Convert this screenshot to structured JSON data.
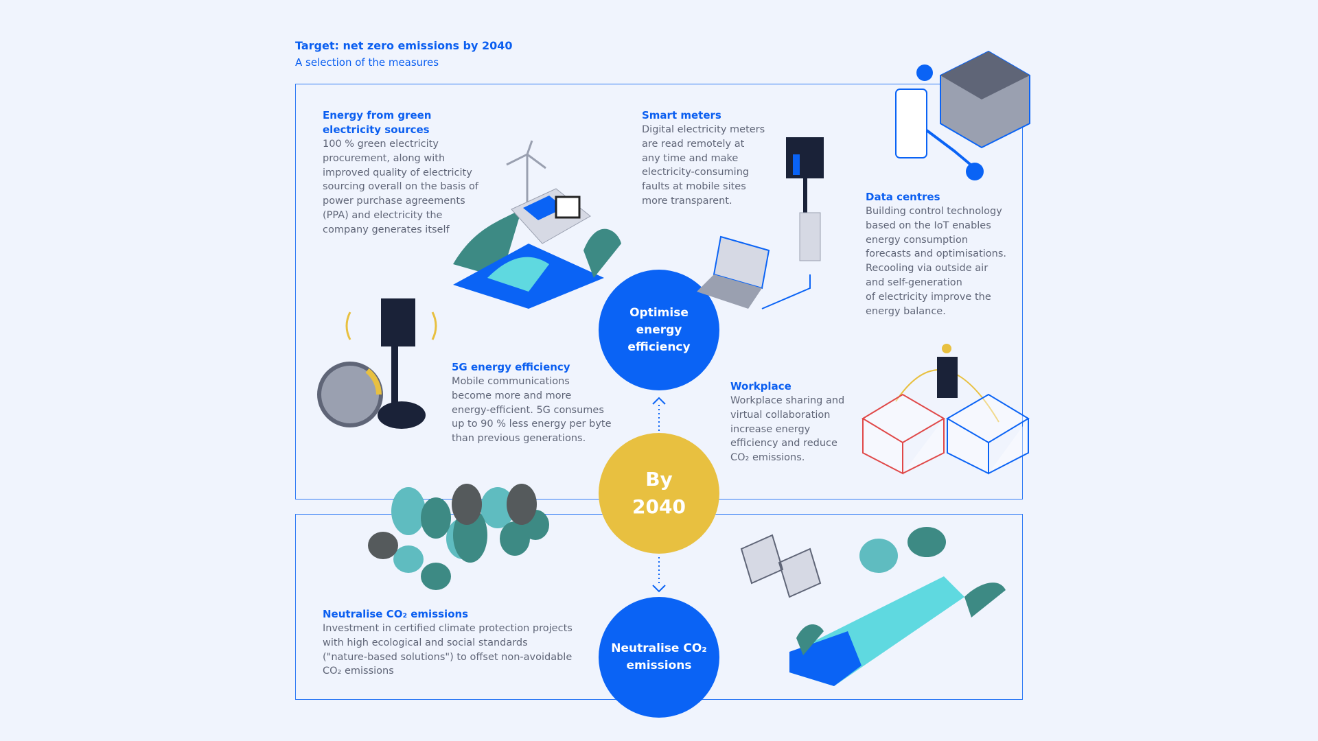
{
  "header": {
    "title": "Target: net zero emissions by 2040",
    "subtitle": "A selection of the measures"
  },
  "circles": {
    "optimise": [
      "Optimise",
      "energy",
      "efficiency"
    ],
    "by": [
      "By",
      "2040"
    ],
    "neutralise": [
      "Neutralise CO₂",
      "emissions"
    ]
  },
  "sections": {
    "green": {
      "title": [
        "Energy from green",
        "electricity sources"
      ],
      "body": [
        "100 % green electricity",
        "procurement, along with",
        "improved quality of electricity",
        "sourcing overall on the basis of",
        "power purchase agreements",
        "(PPA) and electricity the",
        "company generates itself"
      ]
    },
    "meters": {
      "title": [
        "Smart meters"
      ],
      "body": [
        "Digital electricity meters",
        "are read remotely at",
        "any time and make",
        "electricity-consuming",
        "faults at mobile sites",
        "more transparent."
      ]
    },
    "datacentres": {
      "title": [
        "Data centres"
      ],
      "body": [
        "Building control technology",
        "based on the IoT enables",
        "energy consumption",
        "forecasts and optimisations.",
        "Recooling via outside air",
        "and self-generation",
        "of electricity improve the",
        "energy balance."
      ]
    },
    "fiveg": {
      "title": [
        "5G energy efficiency"
      ],
      "body": [
        "Mobile communications",
        "become more and more",
        "energy-efficient. 5G consumes",
        "up to 90 % less energy per byte",
        "than previous generations."
      ]
    },
    "workplace": {
      "title": [
        "Workplace"
      ],
      "body": [
        "Workplace sharing and",
        "virtual collaboration",
        "increase energy",
        "efficiency and reduce",
        "CO₂ emissions."
      ]
    },
    "neutralise": {
      "title": [
        "Neutralise CO₂ emissions"
      ],
      "body": [
        "Investment in certified climate protection projects",
        "with high ecological and social standards",
        "(\"nature-based solutions\") to offset non-avoidable",
        "CO₂ emissions"
      ]
    }
  },
  "colors": {
    "blue": "#0a63f5",
    "yellow": "#e8c040",
    "teal": "#3d8a84",
    "aqua": "#5fd9e0"
  }
}
